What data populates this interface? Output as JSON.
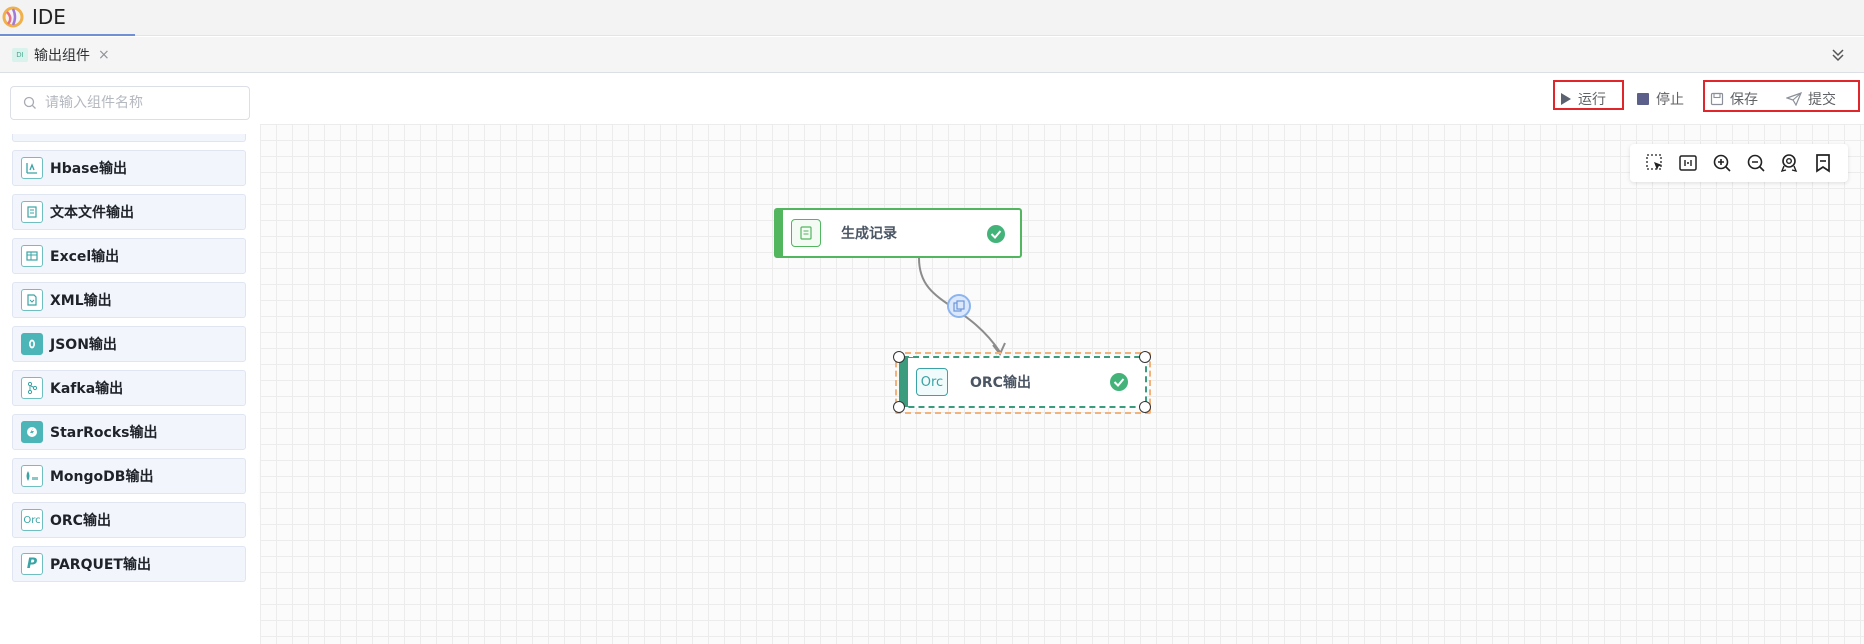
{
  "app": {
    "title": "IDE"
  },
  "tabs": [
    {
      "label": "输出组件",
      "icon_text": "DI",
      "close": "×"
    }
  ],
  "sidebar": {
    "search_placeholder": "请输入组件名称",
    "items": [
      {
        "label": "Hbase输出",
        "icon": "chart-icon",
        "icon_text": ""
      },
      {
        "label": "文本文件输出",
        "icon": "file-icon",
        "icon_text": ""
      },
      {
        "label": "Excel输出",
        "icon": "table-icon",
        "icon_text": ""
      },
      {
        "label": "XML输出",
        "icon": "xml-file-icon",
        "icon_text": ""
      },
      {
        "label": "JSON输出",
        "icon": "json-icon",
        "icon_text": ""
      },
      {
        "label": "Kafka输出",
        "icon": "kafka-icon",
        "icon_text": ""
      },
      {
        "label": "StarRocks输出",
        "icon": "starrocks-icon",
        "icon_text": ""
      },
      {
        "label": "MongoDB输出",
        "icon": "mongodb-icon",
        "icon_text": ""
      },
      {
        "label": "ORC输出",
        "icon": "orc-icon",
        "icon_text": "Orc"
      },
      {
        "label": "PARQUET输出",
        "icon": "parquet-icon",
        "icon_text": "P"
      }
    ]
  },
  "toolbar": {
    "run": "运行",
    "stop": "停止",
    "save": "保存",
    "submit": "提交"
  },
  "canvas": {
    "nodes": [
      {
        "label": "生成记录",
        "status": "success"
      },
      {
        "label": "ORC输出",
        "icon_text": "Orc",
        "status": "success",
        "selected": true
      }
    ]
  },
  "colors": {
    "accent_green": "#52b65e",
    "teal": "#3aa3a5",
    "highlight_red": "#e0262b"
  }
}
